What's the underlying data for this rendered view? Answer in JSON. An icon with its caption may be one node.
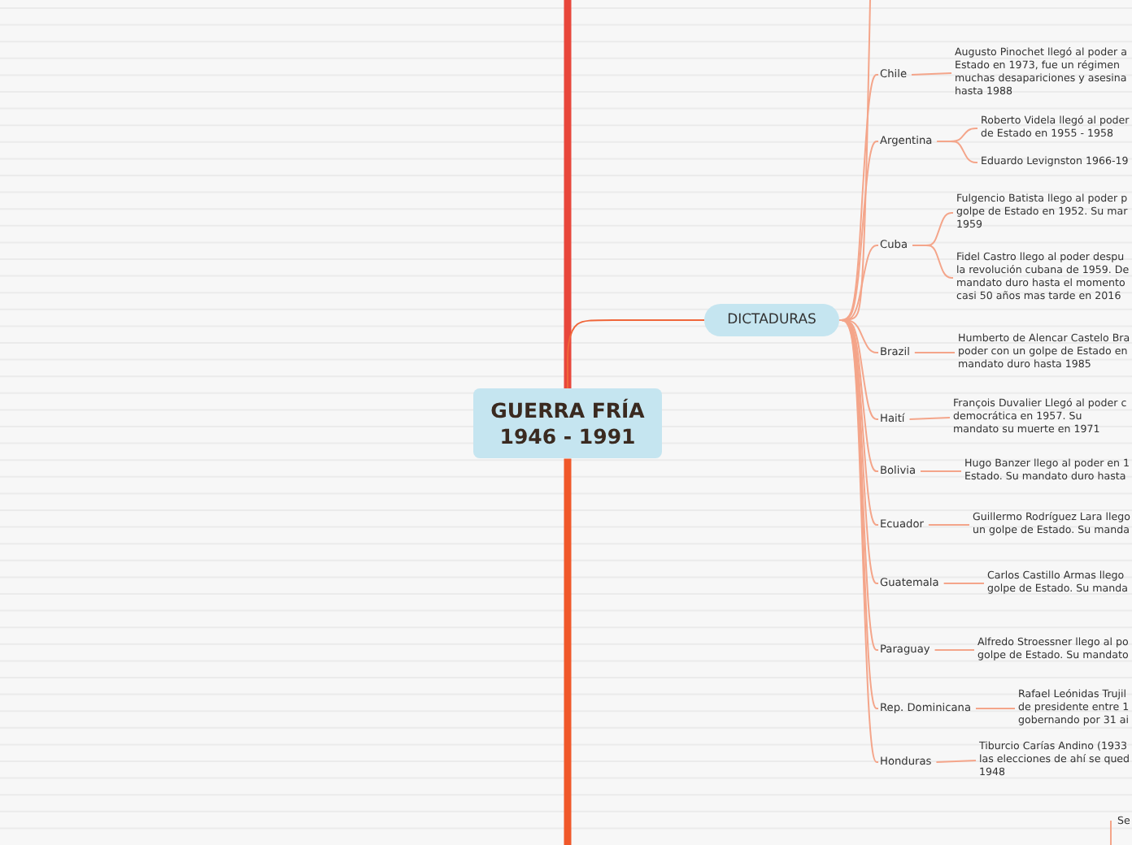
{
  "diagram": {
    "nodes": [
      {
        "text": [
          "GUERRA FRÍA 1946 - 1991"
        ]
      },
      {
        "text": [
          "DICTADURAS"
        ]
      },
      {
        "text": [
          "Chile"
        ]
      },
      {
        "text": [
          "Augusto Pinochet llegó al poder a Estado en 1973, fue un régimen muchas desapariciones y asesina hasta 1988"
        ]
      },
      {
        "text": [
          "Argentina"
        ]
      },
      {
        "text": [
          "Roberto Videla llegó al poder de Estado en 1955 - 1958"
        ]
      },
      {
        "text": [
          "Eduardo Levignston 1966-19"
        ]
      },
      {
        "text": [
          "Cuba"
        ]
      },
      {
        "text": [
          "Fulgencio Batista llego al poder p golpe de Estado en 1952. Su mar 1959"
        ]
      },
      {
        "text": [
          "Fidel Castro llego al poder despu la revolución cubana de 1959. De mandato duro hasta el momento casi 50 años mas tarde en 2016"
        ]
      },
      {
        "text": [
          "Brazil"
        ]
      },
      {
        "text": [
          "Humberto de Alencar Castelo Bra poder con un golpe de Estado en mandato duro hasta 1985"
        ]
      },
      {
        "text": [
          "Haití"
        ]
      },
      {
        "text": [
          "François Duvalier Llegó al poder c democrática en 1957. Su mandato su muerte en 1971"
        ]
      },
      {
        "text": [
          "Bolivia"
        ]
      },
      {
        "text": [
          "Hugo Banzer llego al poder en 1 Estado. Su mandato duro hasta"
        ]
      },
      {
        "text": [
          "Ecuador"
        ]
      },
      {
        "text": [
          "Guillermo Rodríguez Lara llego un golpe de Estado. Su manda"
        ]
      },
      {
        "text": [
          "Guatemala"
        ]
      },
      {
        "text": [
          "Carlos Castillo Armas llego golpe de Estado. Su manda"
        ]
      },
      {
        "text": [
          "Paraguay"
        ]
      },
      {
        "text": [
          "Alfredo Stroessner llego al po golpe de Estado. Su mandato"
        ]
      },
      {
        "text": [
          "Rep. Dominicana"
        ]
      },
      {
        "text": [
          "Rafael Leónidas Trujil de presidente entre 1 gobernando por 31 ai"
        ]
      },
      {
        "text": [
          "Honduras"
        ]
      },
      {
        "text": [
          "Tiburcio Carías Andino (1933 las elecciones de ahí se qued 1948"
        ]
      },
      {
        "text": [
          "Se"
        ]
      }
    ],
    "edges": [
      {
        "from": 0,
        "to": null,
        "arrow": "none",
        "style": "thick",
        "color": "#e8473b"
      },
      {
        "from": 0,
        "to": null,
        "arrow": "none",
        "style": "thick",
        "color": "#f0582a"
      },
      {
        "from": 0,
        "to": 1,
        "arrow": "none",
        "color": "#f0663a"
      },
      {
        "from": 1,
        "to": null,
        "arrow": "none"
      },
      {
        "from": 1,
        "to": 2,
        "arrow": "none"
      },
      {
        "from": 2,
        "to": 3,
        "arrow": "none"
      },
      {
        "from": 1,
        "to": 4,
        "arrow": "none"
      },
      {
        "from": 4,
        "to": 5,
        "arrow": "none"
      },
      {
        "from": 4,
        "to": 6,
        "arrow": "none"
      },
      {
        "from": 1,
        "to": 7,
        "arrow": "none"
      },
      {
        "from": 7,
        "to": 8,
        "arrow": "none"
      },
      {
        "from": 7,
        "to": 9,
        "arrow": "none"
      },
      {
        "from": 1,
        "to": 10,
        "arrow": "none"
      },
      {
        "from": 10,
        "to": 11,
        "arrow": "none"
      },
      {
        "from": 1,
        "to": 12,
        "arrow": "none"
      },
      {
        "from": 12,
        "to": 13,
        "arrow": "none"
      },
      {
        "from": 1,
        "to": 14,
        "arrow": "none"
      },
      {
        "from": 14,
        "to": 15,
        "arrow": "none"
      },
      {
        "from": 1,
        "to": 16,
        "arrow": "none"
      },
      {
        "from": 16,
        "to": 17,
        "arrow": "none"
      },
      {
        "from": 1,
        "to": 18,
        "arrow": "none"
      },
      {
        "from": 18,
        "to": 19,
        "arrow": "none"
      },
      {
        "from": 1,
        "to": 20,
        "arrow": "none"
      },
      {
        "from": 20,
        "to": 21,
        "arrow": "none"
      },
      {
        "from": 1,
        "to": 22,
        "arrow": "none"
      },
      {
        "from": 22,
        "to": 23,
        "arrow": "none"
      },
      {
        "from": 1,
        "to": 24,
        "arrow": "none"
      },
      {
        "from": 24,
        "to": 25,
        "arrow": "none"
      },
      {
        "from": null,
        "to": 26,
        "arrow": "none"
      }
    ]
  }
}
